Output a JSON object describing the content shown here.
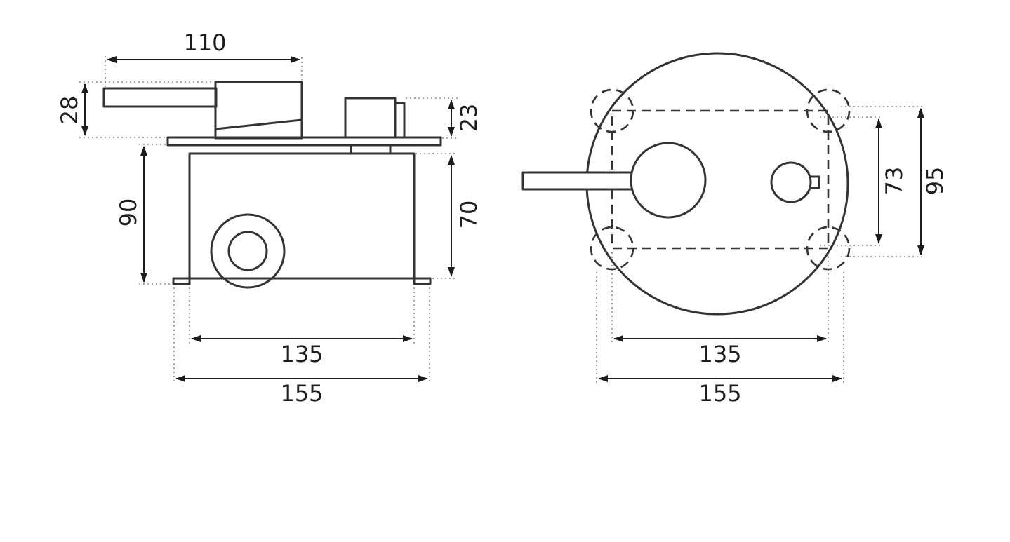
{
  "drawing": {
    "type": "technical-dimension-drawing",
    "subject": "concealed-shower-mixer-valve",
    "views": {
      "side": {
        "dims": {
          "top_width": "110",
          "handle_height": "28",
          "knob_height": "23",
          "left_height": "90",
          "box_height": "70",
          "inner_width": "135",
          "outer_width": "155"
        }
      },
      "front": {
        "dims": {
          "inner_height": "73",
          "outer_height": "95",
          "inner_width": "135",
          "outer_width": "155"
        }
      }
    },
    "colors": {
      "line": "#333333",
      "dimension": "#1c1c1c",
      "extension": "#8a8a8a",
      "background": "#ffffff"
    }
  }
}
